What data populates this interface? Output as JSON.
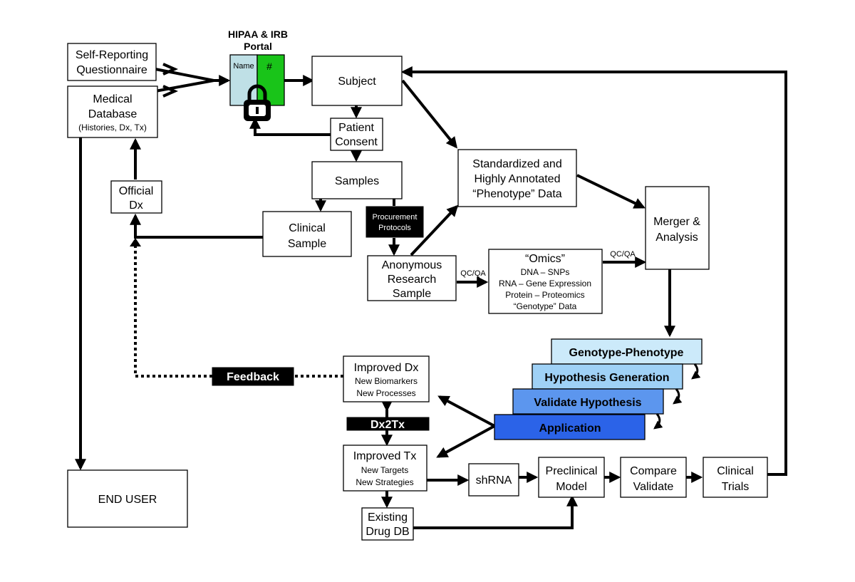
{
  "portal": {
    "title_line1": "HIPAA & IRB",
    "title_line2": "Portal",
    "name_label": "Name",
    "number_label": "#",
    "name_color": "#bfe0e6",
    "number_color": "#19c419"
  },
  "boxes": {
    "self_reporting": [
      "Self-Reporting",
      "Questionnaire"
    ],
    "medical_database": [
      "Medical",
      "Database",
      "(Histories, Dx, Tx)"
    ],
    "subject": "Subject",
    "patient_consent": [
      "Patient",
      "Consent"
    ],
    "samples": "Samples",
    "official_dx": [
      "Official",
      "Dx"
    ],
    "clinical_sample": [
      "Clinical",
      "Sample"
    ],
    "procurement_protocols": [
      "Procurement",
      "Protocols"
    ],
    "phenotype_data": [
      "Standardized and",
      "Highly Annotated",
      "“Phenotype” Data"
    ],
    "merger_analysis": [
      "Merger &",
      "Analysis"
    ],
    "anonymous_sample": [
      "Anonymous",
      "Research",
      "Sample"
    ],
    "omics": [
      "“Omics”",
      "DNA – SNPs",
      "RNA – Gene Expression",
      "Protein – Proteomics",
      "“Genotype” Data"
    ],
    "improved_dx": [
      "Improved Dx",
      "New Biomarkers",
      "New Processes"
    ],
    "improved_tx": [
      "Improved Tx",
      "New Targets",
      "New Strategies"
    ],
    "shrna": "shRNA",
    "preclinical_model": [
      "Preclinical",
      "Model"
    ],
    "compare_validate": [
      "Compare",
      "Validate"
    ],
    "clinical_trials": [
      "Clinical",
      "Trials"
    ],
    "existing_drug_db": [
      "Existing",
      "Drug DB"
    ],
    "end_user": "END USER"
  },
  "labels": {
    "qcqa_left": "QC/QA",
    "qcqa_right": "QC/QA",
    "feedback": "Feedback",
    "dx2tx": "Dx2Tx"
  },
  "stack": {
    "items": [
      "Genotype-Phenotype",
      "Hypothesis Generation",
      "Validate Hypothesis",
      "Application"
    ],
    "colors": [
      "#cceafa",
      "#9fd1f6",
      "#5c96ee",
      "#2b63e8"
    ]
  }
}
